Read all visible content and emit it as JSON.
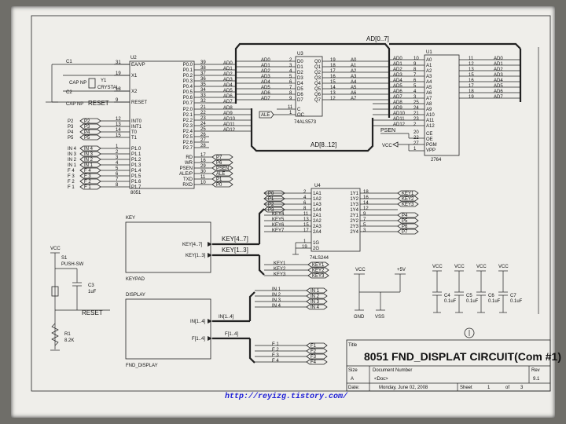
{
  "schematic": {
    "buses": {
      "ad0_7": "AD[0..7]",
      "ad8_12": "AD[8..12]",
      "key4_7": "KEY[4..7]",
      "key1_3": "KEY[1..3]",
      "in1_4": "IN[1..4]",
      "f1_4": "F[1..4]"
    },
    "u2": {
      "ref": "U2",
      "part": "8051",
      "left_pins": [
        "EA/VP",
        "X1",
        "X2",
        "RESET",
        "INT0",
        "INT1",
        "T0",
        "T1",
        "P1.0",
        "P1.1",
        "P1.2",
        "P1.3",
        "P1.4",
        "P1.5",
        "P1.6",
        "P1.7"
      ],
      "left_pin_numbers": [
        "31",
        "19",
        "18",
        "9",
        "12",
        "13",
        "14",
        "15",
        "1",
        "2",
        "3",
        "4",
        "5",
        "6",
        "7",
        "8"
      ],
      "right_pins": [
        "P0.0",
        "P0.1",
        "P0.2",
        "P0.3",
        "P0.4",
        "P0.5",
        "P0.6",
        "P0.7",
        "P2.0",
        "P2.1",
        "P2.2",
        "P2.3",
        "P2.4",
        "P2.5",
        "P2.6",
        "P2.7",
        "RD",
        "WR",
        "PSEN",
        "ALE/P",
        "TXD",
        "RXD"
      ],
      "right_pin_numbers": [
        "39",
        "38",
        "37",
        "36",
        "35",
        "34",
        "33",
        "32",
        "21",
        "22",
        "23",
        "24",
        "25",
        "26",
        "27",
        "28",
        "17",
        "16",
        "29",
        "30",
        "11",
        "10"
      ],
      "right_nets": [
        "AD0",
        "AD1",
        "AD2",
        "AD3",
        "AD4",
        "AD5",
        "AD6",
        "AD7",
        "AD8",
        "AD9",
        "AD10",
        "AD11",
        "AD12",
        "",
        "",
        "",
        "P7",
        "P6",
        "PSEN",
        "ALE",
        "P1",
        "P0"
      ],
      "left_nets": [
        "P2",
        "P3",
        "P4",
        "P5",
        "IN 4",
        "IN 3",
        "IN 2",
        "IN 1",
        "F 4",
        "F 3",
        "F 2",
        "F 1"
      ]
    },
    "crystal": {
      "c1": "C1",
      "c2": "C2",
      "cap": "CAP NP",
      "y1": "Y1",
      "crystal": "CRYSTAL",
      "reset_net": "RESET"
    },
    "u3": {
      "ref": "U3",
      "part": "74ALS573",
      "d_pins": [
        "D0",
        "D1",
        "D2",
        "D3",
        "D4",
        "D5",
        "D6",
        "D7"
      ],
      "q_pins": [
        "Q0",
        "Q1",
        "Q2",
        "Q3",
        "Q4",
        "Q5",
        "Q6",
        "Q7"
      ],
      "d_nums": [
        "2",
        "3",
        "4",
        "5",
        "6",
        "7",
        "8",
        "9"
      ],
      "q_nums": [
        "19",
        "18",
        "17",
        "16",
        "15",
        "14",
        "13",
        "12"
      ],
      "ctrl": [
        "C",
        "OC"
      ],
      "ctrl_nums": [
        "11",
        "1"
      ],
      "ale": "ALE",
      "in_nets": [
        "AD0",
        "AD1",
        "AD2",
        "AD3",
        "AD4",
        "AD5",
        "AD6",
        "AD7"
      ],
      "out_nets": [
        "A0",
        "A1",
        "A2",
        "A3",
        "A4",
        "A5",
        "A6",
        "A7"
      ]
    },
    "u1": {
      "ref": "U1",
      "part": "2764",
      "addr_pins": [
        "A0",
        "A1",
        "A2",
        "A3",
        "A4",
        "A5",
        "A6",
        "A7",
        "A8",
        "A9",
        "A10",
        "A11",
        "A12"
      ],
      "addr_nums": [
        "10",
        "9",
        "8",
        "7",
        "6",
        "5",
        "4",
        "3",
        "25",
        "24",
        "21",
        "23",
        "2"
      ],
      "addr_nets": [
        "AD0",
        "AD1",
        "AD2",
        "AD3",
        "AD4",
        "AD5",
        "AD6",
        "AD7",
        "AD8",
        "AD9",
        "AD10",
        "AD11",
        "AD12"
      ],
      "ctrl_pins": [
        "CE",
        "OE",
        "PGM",
        "VPP"
      ],
      "ctrl_nums": [
        "20",
        "22",
        "27",
        "1"
      ],
      "out_pins": [
        "O0",
        "O1",
        "O2",
        "O3",
        "O4",
        "O5",
        "O6",
        "O7"
      ],
      "out_nums": [
        "11",
        "12",
        "13",
        "15",
        "16",
        "17",
        "18",
        "19"
      ],
      "out_nets": [
        "AD0",
        "AD1",
        "AD2",
        "AD3",
        "AD4",
        "AD5",
        "AD6",
        "AD7"
      ],
      "psen": "PSEN",
      "vcc": "VCC"
    },
    "u4": {
      "ref": "U4",
      "part": "74LS244",
      "a_pins": [
        "1A1",
        "1A2",
        "1A3",
        "1A4",
        "2A1",
        "2A2",
        "2A3",
        "2A4"
      ],
      "a_nums": [
        "2",
        "4",
        "6",
        "8",
        "11",
        "13",
        "15",
        "17"
      ],
      "y_pins": [
        "1Y1",
        "1Y2",
        "1Y3",
        "1Y4",
        "2Y1",
        "2Y2",
        "2Y3",
        "2Y4"
      ],
      "y_nums": [
        "18",
        "16",
        "14",
        "12",
        "9",
        "7",
        "5",
        "3"
      ],
      "g_pins": [
        "1G",
        "2G"
      ],
      "g_nums": [
        "1",
        "19"
      ],
      "in_nets": [
        "P0",
        "P1",
        "P2",
        "P3",
        "KEY4",
        "KEY5",
        "KEY6",
        "KEY7"
      ],
      "out_nets": [
        "KEY1",
        "KEY2",
        "KEY3",
        "",
        "P4",
        "P5",
        "P6",
        "P7"
      ]
    },
    "keypad": {
      "heading": "KEY",
      "name": "KEYPAD",
      "port_top": "KEY[4..7]",
      "port_bottom": "KEY[1..3]",
      "fan_top": [
        "KEY4",
        "KEY5",
        "KEY6",
        "KEY7"
      ],
      "fan_bottom": [
        "KEY1",
        "KEY2",
        "KEY3"
      ],
      "fan_bottom_out": [
        "KEY1",
        "KEY2",
        "KEY3"
      ]
    },
    "display": {
      "heading": "DISPLAY",
      "name": "FND_DISPLAY",
      "port_top": "IN[1..4]",
      "port_bottom": "F[1..4]",
      "fan_top": [
        "IN 1",
        "IN 2",
        "IN 3",
        "IN 4"
      ],
      "fan_bottom": [
        "F 1",
        "F 2",
        "F 3",
        "F 4"
      ],
      "fan_top_out": [
        "IN 1",
        "IN 2",
        "IN 3",
        "IN 4"
      ],
      "fan_bottom_out": [
        "F1",
        "F2",
        "F3",
        "F4"
      ]
    },
    "reset_circuit": {
      "vcc": "VCC",
      "s1": "S1",
      "s1_part": "PUSH-SW",
      "c3": "C3",
      "c3_val": "1uF",
      "r1": "R1",
      "r1_val": "8.2K",
      "net": "RESET"
    },
    "power": {
      "vcc": "VCC",
      "plus5": "+5V",
      "gnd": "GND",
      "vss": "VSS"
    },
    "decoupling": {
      "labels": [
        "VCC",
        "VCC",
        "VCC",
        "VCC"
      ],
      "caps": [
        "C4",
        "C5",
        "C6",
        "C7"
      ],
      "values": [
        "0.1uF",
        "0.1uF",
        "0.1uF",
        "0.1uF"
      ]
    },
    "title_block": {
      "title_label": "Title",
      "title": "8051 FND_DISPLAT CIRCUIT(Com #1)",
      "size_label": "Size",
      "size": "A",
      "docnum_label": "Document Number",
      "docnum": "<Doc>",
      "rev_label": "Rev",
      "rev": "9.1",
      "date_label": "Date:",
      "date": "Monday, June 02, 2008",
      "sheet_label": "Sheet",
      "sheet": "1",
      "of_label": "of",
      "of": "3"
    },
    "watermark": "http://reyizg.tistory.com/"
  }
}
